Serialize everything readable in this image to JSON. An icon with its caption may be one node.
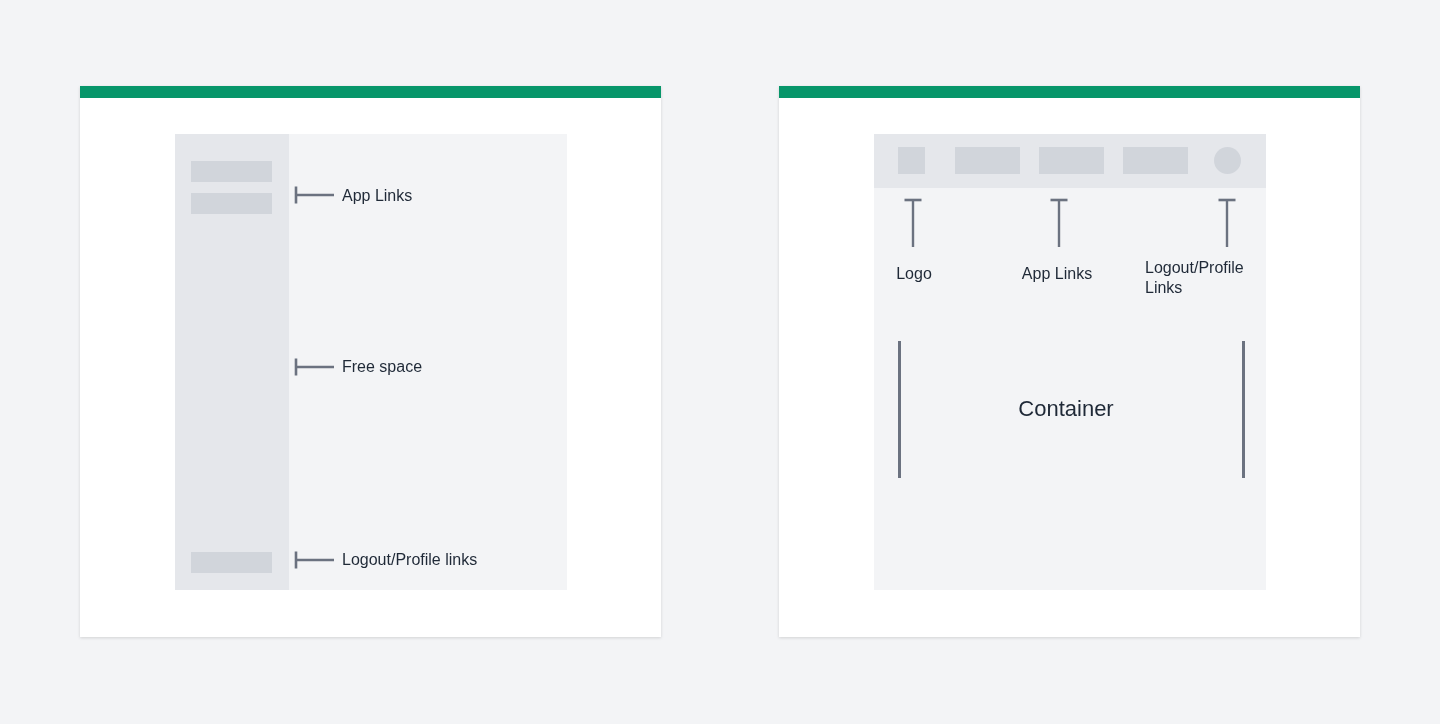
{
  "diagram": {
    "nodes": [
      {
        "text": [],
        "shape": "box"
      },
      {
        "text": [],
        "shape": "box",
        "in": 0
      },
      {
        "text": [
          "App Links"
        ],
        "in": 1
      },
      {
        "text": [
          "Free space"
        ],
        "in": 1
      },
      {
        "text": [
          "Logout/Profile links"
        ],
        "in": 1
      },
      {
        "text": [],
        "shape": "box"
      },
      {
        "text": [],
        "shape": "box",
        "in": 5
      },
      {
        "text": [
          "Logo"
        ],
        "in": 6
      },
      {
        "text": [
          "App Links"
        ],
        "in": 6
      },
      {
        "text": [
          "Logout/Profile Links"
        ],
        "in": 6
      }
    ],
    "edges": [
      {
        "from": 2,
        "to": null,
        "arrow": "other"
      },
      {
        "from": 3,
        "to": null,
        "arrow": "other"
      },
      {
        "from": 4,
        "to": null,
        "arrow": "other"
      },
      {
        "from": 7,
        "to": null,
        "arrow": "other"
      },
      {
        "from": 8,
        "to": null,
        "arrow": "other"
      },
      {
        "from": 9,
        "to": null,
        "arrow": "other"
      }
    ],
    "labels": [
      "Container"
    ]
  }
}
